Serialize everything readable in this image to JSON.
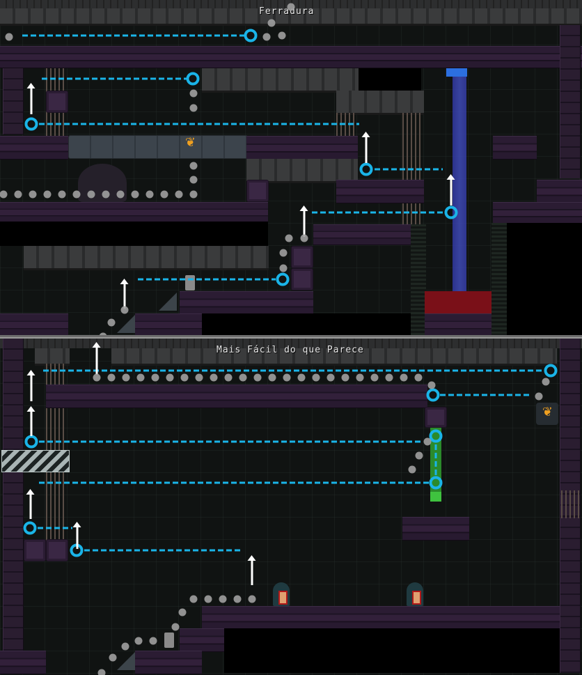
{
  "levels": [
    {
      "title": "Ferradura",
      "panel": "top",
      "elements": {
        "hazards": [
          "spike-coral",
          "waterfall",
          "lava-pool"
        ],
        "enemies": [
          "shadow-shark",
          "turret-robot"
        ]
      }
    },
    {
      "title": "Mais Fácil do que Parece",
      "panel": "bottom",
      "elements": {
        "hazards": [
          "spike-coral",
          "acid-column",
          "glass-blocks"
        ],
        "enemies": [
          "hooded-cultist",
          "hooded-cultist",
          "turret-robot"
        ]
      }
    }
  ],
  "legend": {
    "trajectory_dot": "jump trajectory point",
    "ring_marker": "dash/grapple point",
    "dashed_line": "dash path",
    "arrow": "jump up"
  },
  "colors": {
    "path_cyan": "#1ab4e8",
    "dot_gray": "#a0a0a0",
    "coral_orange": "#f0a020",
    "water_blue": "#3f4bb8",
    "lava_red": "#7a1018",
    "acid_green": "#2b8a2b",
    "purple_brick": "#2b1c33"
  }
}
